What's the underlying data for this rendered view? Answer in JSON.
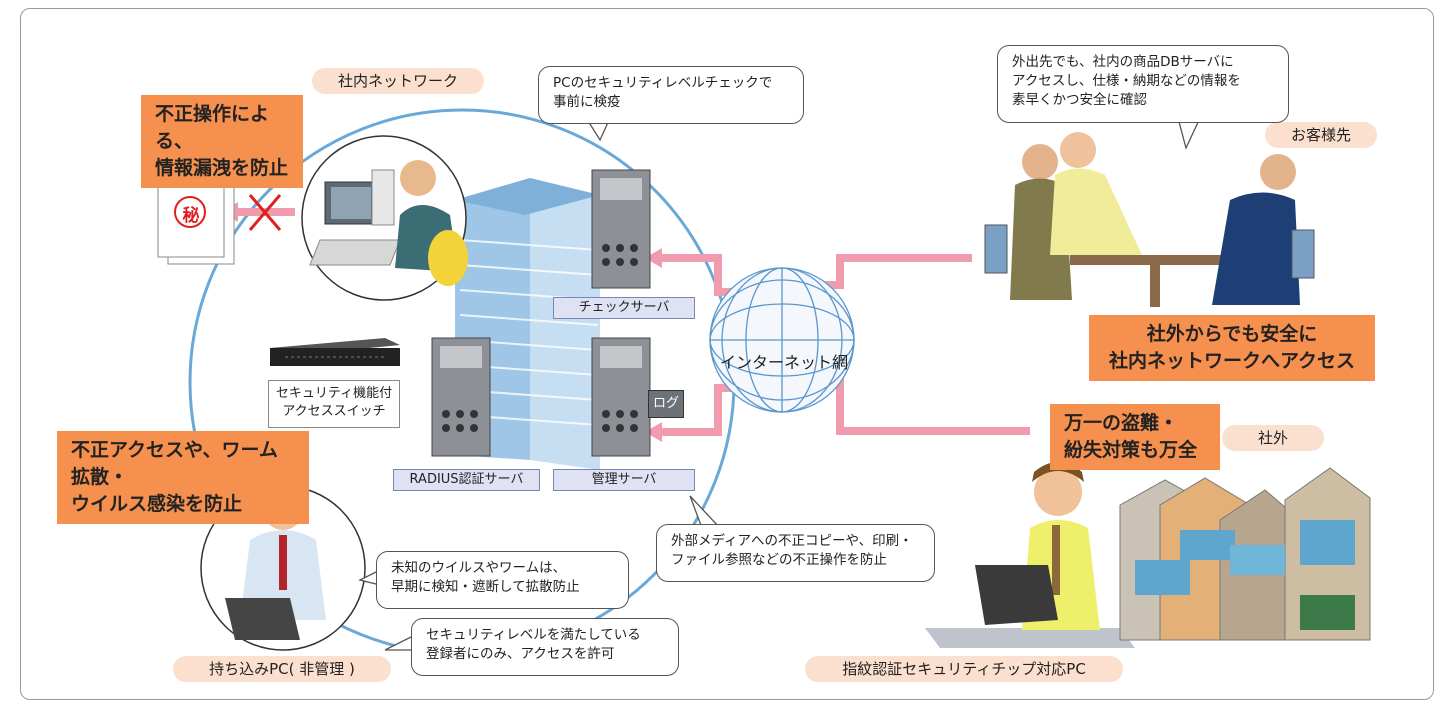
{
  "zones": {
    "internal_network": "社内ネットワーク",
    "customer_site": "お客様先",
    "outside": "社外"
  },
  "callouts": {
    "prevent_leak": [
      "不正操作による、",
      "情報漏洩を防止"
    ],
    "prevent_virus": [
      "不正アクセスや、ワーム拡散・",
      "ウイルス感染を防止"
    ],
    "safe_access": [
      "社外からでも安全に",
      "社内ネットワークへアクセス"
    ],
    "theft_loss": [
      "万一の盗難・",
      "紛失対策も万全"
    ]
  },
  "bubbles": {
    "quarantine": "PCのセキュリティレベルチェックで\n事前に検疫",
    "customer_db": "外出先でも、社内の商品DBサーバに\nアクセスし、仕様・納期などの情報を\n素早くかつ安全に確認",
    "external_media": "外部メディアへの不正コピーや、印刷・\nファイル参照などの不正操作を防止",
    "early_detect": "未知のウイルスやワームは、\n早期に検知・遮断して拡散防止",
    "registered_only": "セキュリティレベルを満たしている\n登録者にのみ、アクセスを許可"
  },
  "labels": {
    "check_server": "チェックサーバ",
    "radius_server": "RADIUS認証サーバ",
    "mgmt_server": "管理サーバ",
    "log": "ログ",
    "switch": "セキュリティ機能付\nアクセススイッチ",
    "internet": "インターネット網",
    "secret_mark": "秘"
  },
  "footers": {
    "byod_pc": "持ち込みPC( 非管理 )",
    "fingerprint_pc": "指紋認証セキュリティチップ対応PC"
  },
  "colors": {
    "orange": "#f5904e",
    "pill": "#fbe0cf",
    "arrow_pink": "#f19cae",
    "circle_blue": "#6aa8d8",
    "label_blue": "#dfe2f2"
  }
}
